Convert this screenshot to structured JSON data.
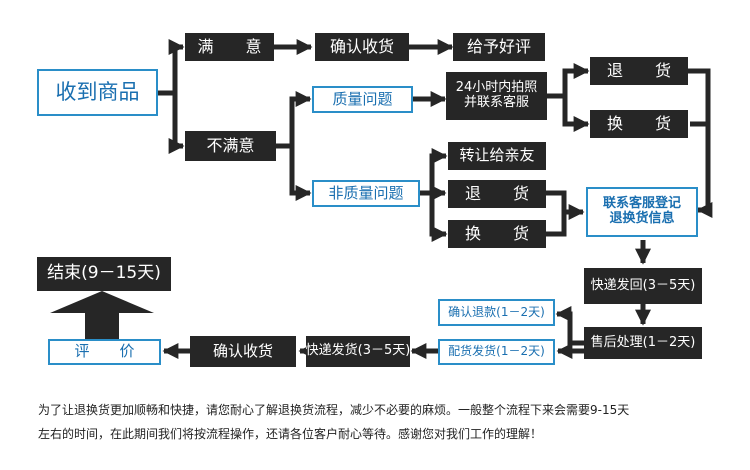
{
  "nodes": {
    "receive": "收到商品",
    "satisfied": "满　　意",
    "confirm_receipt_top": "确认收货",
    "give_good_review": "给予好评",
    "unsatisfied": "不满意",
    "quality_issue": "质量问题",
    "photo_contact": "24小时内拍照\n并联系客服",
    "return_top": "退　　货",
    "exchange_top": "换　　货",
    "non_quality_issue": "非质量问题",
    "transfer_to_friend": "转让给亲友",
    "return_mid": "退　　货",
    "exchange_mid": "换　　货",
    "contact_service_register": "联系客服登记\n退换货信息",
    "express_return": "快递发回(3－5天)",
    "after_sales": "售后处理(1－2天)",
    "confirm_refund": "确认退款(1－2天)",
    "ship_delivery_blue": "配货发货(1－2天)",
    "express_ship": "快递发货(3－5天)",
    "confirm_receipt_bottom": "确认收货",
    "review": "评　　价",
    "end": "结束(9－15天)"
  },
  "note": {
    "line1": "为了让退换货更加顺畅和快捷，请您耐心了解退换货流程，减少不必要的麻烦。一般整个流程下来会需要9-15天",
    "line2": "左右的时间，在此期间我们将按流程操作，还请各位客户耐心等待。感谢您对我们工作的理解！"
  }
}
